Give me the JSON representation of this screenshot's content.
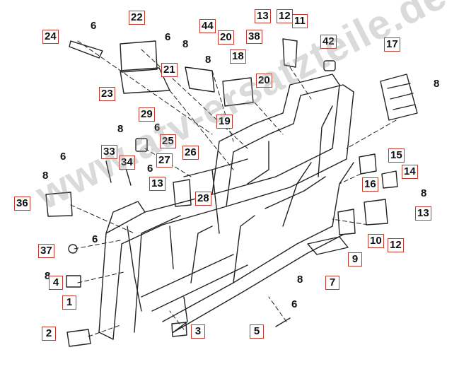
{
  "watermark": "www.atv-ersatzteile.de",
  "colors": {
    "callout_border": "#c0392b",
    "linework": "#222222"
  },
  "callouts": [
    {
      "label": "24",
      "boxed": true
    },
    {
      "label": "6",
      "boxed": false
    },
    {
      "label": "22",
      "boxed": true
    },
    {
      "label": "6",
      "boxed": false
    },
    {
      "label": "44",
      "boxed": true
    },
    {
      "label": "20",
      "boxed": true
    },
    {
      "label": "13",
      "boxed": true
    },
    {
      "label": "12",
      "boxed": true
    },
    {
      "label": "11",
      "boxed": true
    },
    {
      "label": "38",
      "boxed": true
    },
    {
      "label": "42",
      "boxed": true
    },
    {
      "label": "8",
      "boxed": false
    },
    {
      "label": "8",
      "boxed": false
    },
    {
      "label": "18",
      "boxed": true
    },
    {
      "label": "21",
      "boxed": true
    },
    {
      "label": "20",
      "boxed": true
    },
    {
      "label": "17",
      "boxed": true
    },
    {
      "label": "8",
      "boxed": false
    },
    {
      "label": "23",
      "boxed": true
    },
    {
      "label": "19",
      "boxed": true
    },
    {
      "label": "29",
      "boxed": true
    },
    {
      "label": "8",
      "boxed": false
    },
    {
      "label": "6",
      "boxed": false
    },
    {
      "label": "25",
      "boxed": true
    },
    {
      "label": "26",
      "boxed": true
    },
    {
      "label": "8",
      "boxed": false
    },
    {
      "label": "33",
      "boxed": true
    },
    {
      "label": "34",
      "boxed": true
    },
    {
      "label": "27",
      "boxed": true
    },
    {
      "label": "6",
      "boxed": false
    },
    {
      "label": "6",
      "boxed": false
    },
    {
      "label": "15",
      "boxed": true
    },
    {
      "label": "8",
      "boxed": false
    },
    {
      "label": "14",
      "boxed": true
    },
    {
      "label": "16",
      "boxed": true
    },
    {
      "label": "8",
      "boxed": false
    },
    {
      "label": "13",
      "boxed": true
    },
    {
      "label": "28",
      "boxed": true
    },
    {
      "label": "36",
      "boxed": true
    },
    {
      "label": "13",
      "boxed": true
    },
    {
      "label": "6",
      "boxed": false
    },
    {
      "label": "37",
      "boxed": true
    },
    {
      "label": "10",
      "boxed": true
    },
    {
      "label": "12",
      "boxed": true
    },
    {
      "label": "9",
      "boxed": true
    },
    {
      "label": "8",
      "boxed": false
    },
    {
      "label": "7",
      "boxed": true
    },
    {
      "label": "4",
      "boxed": true
    },
    {
      "label": "1",
      "boxed": true
    },
    {
      "label": "6",
      "boxed": false
    },
    {
      "label": "2",
      "boxed": true
    },
    {
      "label": "3",
      "boxed": true
    },
    {
      "label": "5",
      "boxed": true
    }
  ]
}
